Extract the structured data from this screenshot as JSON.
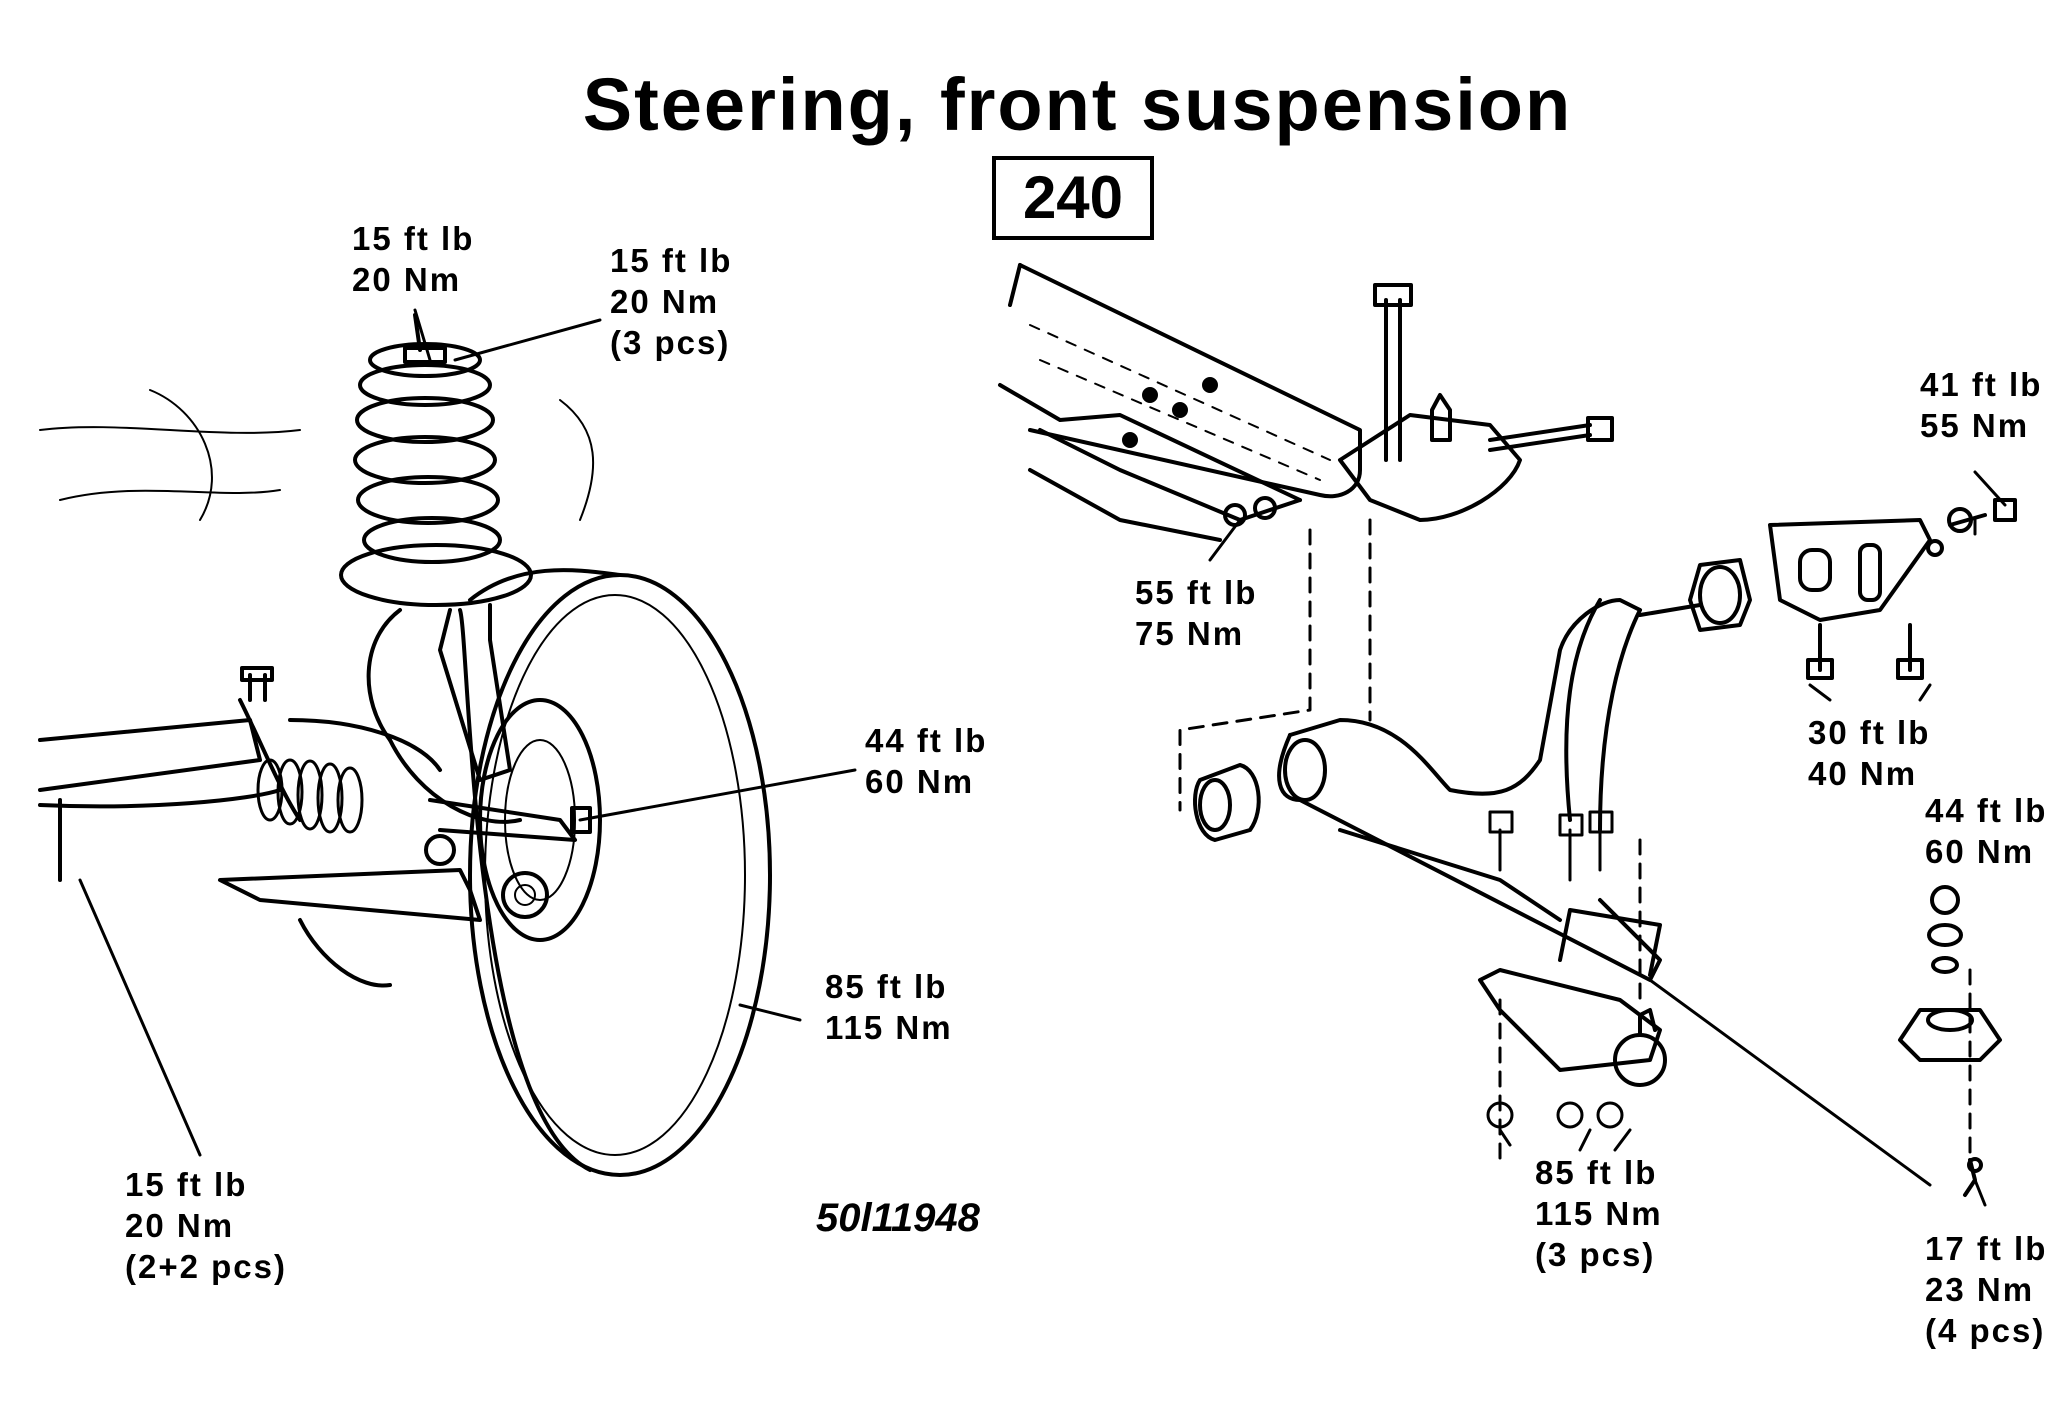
{
  "title": "Steering, front suspension",
  "model": "240",
  "reference": "50l11948",
  "labels": {
    "strut_top_nut": [
      "15 ft lb",
      "20 Nm"
    ],
    "strut_mount_nuts": [
      "15 ft lb",
      "20 Nm",
      "(3 pcs)"
    ],
    "crossmember_bolt": [
      "55 ft lb",
      "75 Nm"
    ],
    "sway_bar_link_nut": [
      "41 ft lb",
      "55 Nm"
    ],
    "control_arm_bracket_bolts": [
      "30 ft lb",
      "40 Nm"
    ],
    "tie_rod_end_nut": [
      "44 ft lb",
      "60 Nm"
    ],
    "ball_joint_nut": [
      "44 ft lb",
      "60 Nm"
    ],
    "wheel_nuts": [
      "85 ft lb",
      "115 Nm"
    ],
    "ball_joint_nuts": [
      "85 ft lb",
      "115 Nm",
      "(3 pcs)"
    ],
    "steering_rack_bolts": [
      "15 ft lb",
      "20 Nm",
      "(2+2 pcs)"
    ],
    "stabilizer_bracket_bolts": [
      "17 ft lb",
      "23 Nm",
      "(4 pcs)"
    ]
  }
}
